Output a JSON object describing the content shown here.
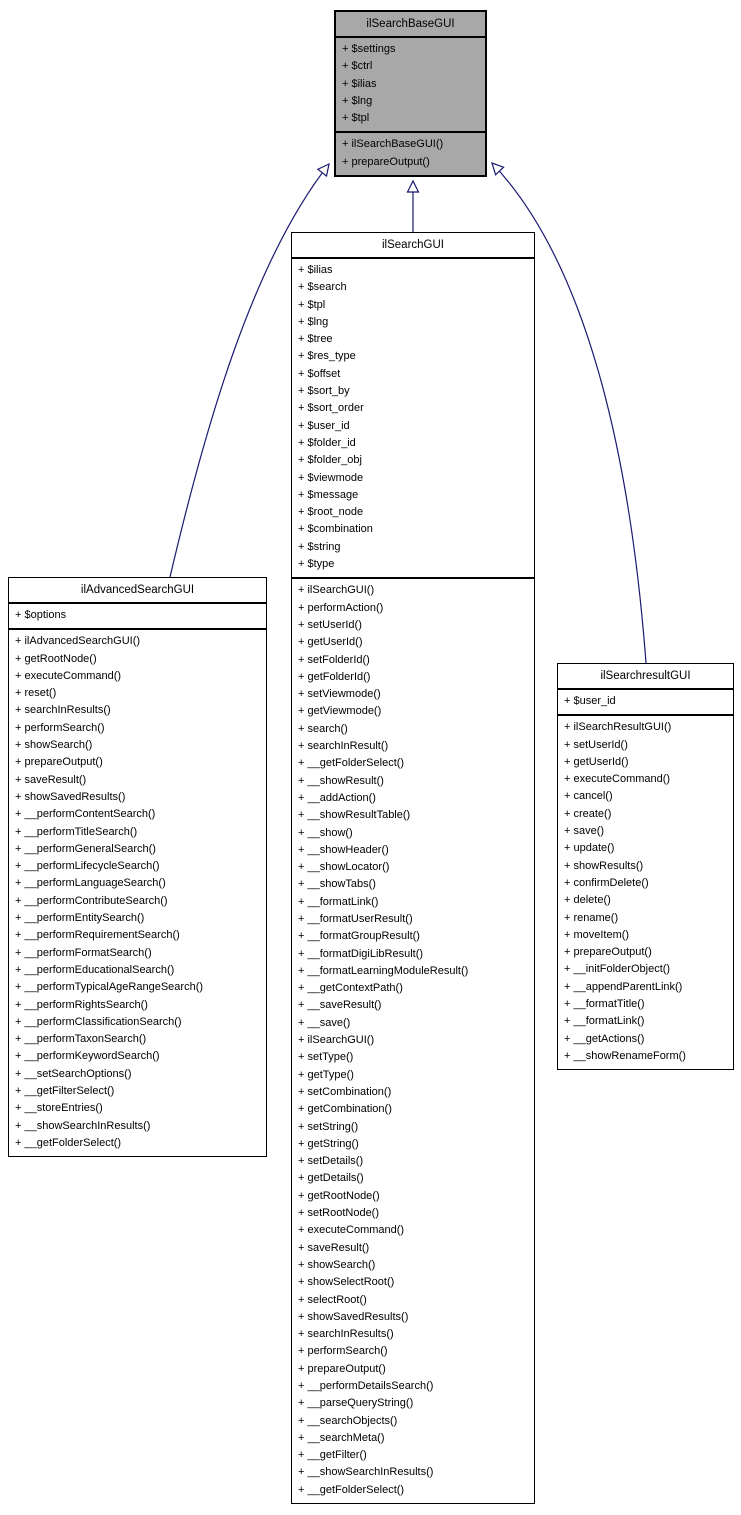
{
  "classes": [
    {
      "name": "ilSearchBaseGUI",
      "attributes": [
        "+ $settings",
        "+ $ctrl",
        "+ $ilias",
        "+ $lng",
        "+ $tpl"
      ],
      "methods": [
        "+ ilSearchBaseGUI()",
        "+ prepareOutput()"
      ]
    },
    {
      "name": "ilSearchGUI",
      "attributes": [
        "+ $ilias",
        "+ $search",
        "+ $tpl",
        "+ $lng",
        "+ $tree",
        "+ $res_type",
        "+ $offset",
        "+ $sort_by",
        "+ $sort_order",
        "+ $user_id",
        "+ $folder_id",
        "+ $folder_obj",
        "+ $viewmode",
        "+ $message",
        "+ $root_node",
        "+ $combination",
        "+ $string",
        "+ $type"
      ],
      "methods": [
        "+ ilSearchGUI()",
        "+ performAction()",
        "+ setUserId()",
        "+ getUserId()",
        "+ setFolderId()",
        "+ getFolderId()",
        "+ setViewmode()",
        "+ getViewmode()",
        "+ search()",
        "+ searchInResult()",
        "+ __getFolderSelect()",
        "+ __showResult()",
        "+ __addAction()",
        "+ __showResultTable()",
        "+ __show()",
        "+ __showHeader()",
        "+ __showLocator()",
        "+ __showTabs()",
        "+ __formatLink()",
        "+ __formatUserResult()",
        "+ __formatGroupResult()",
        "+ __formatDigiLibResult()",
        "+ __formatLearningModuleResult()",
        "+ __getContextPath()",
        "+ __saveResult()",
        "+ __save()",
        "+ ilSearchGUI()",
        "+ setType()",
        "+ getType()",
        "+ setCombination()",
        "+ getCombination()",
        "+ setString()",
        "+ getString()",
        "+ setDetails()",
        "+ getDetails()",
        "+ getRootNode()",
        "+ setRootNode()",
        "+ executeCommand()",
        "+ saveResult()",
        "+ showSearch()",
        "+ showSelectRoot()",
        "+ selectRoot()",
        "+ showSavedResults()",
        "+ searchInResults()",
        "+ performSearch()",
        "+ prepareOutput()",
        "+ __performDetailsSearch()",
        "+ __parseQueryString()",
        "+ __searchObjects()",
        "+ __searchMeta()",
        "+ __getFilter()",
        "+ __showSearchInResults()",
        "+ __getFolderSelect()"
      ]
    },
    {
      "name": "ilAdvancedSearchGUI",
      "attributes": [
        "+ $options"
      ],
      "methods": [
        "+ ilAdvancedSearchGUI()",
        "+ getRootNode()",
        "+ executeCommand()",
        "+ reset()",
        "+ searchInResults()",
        "+ performSearch()",
        "+ showSearch()",
        "+ prepareOutput()",
        "+ saveResult()",
        "+ showSavedResults()",
        "+ __performContentSearch()",
        "+ __performTitleSearch()",
        "+ __performGeneralSearch()",
        "+ __performLifecycleSearch()",
        "+ __performLanguageSearch()",
        "+ __performContributeSearch()",
        "+ __performEntitySearch()",
        "+ __performRequirementSearch()",
        "+ __performFormatSearch()",
        "+ __performEducationalSearch()",
        "+ __performTypicalAgeRangeSearch()",
        "+ __performRightsSearch()",
        "+ __performClassificationSearch()",
        "+ __performTaxonSearch()",
        "+ __performKeywordSearch()",
        "+ __setSearchOptions()",
        "+ __getFilterSelect()",
        "+ __storeEntries()",
        "+ __showSearchInResults()",
        "+ __getFolderSelect()"
      ]
    },
    {
      "name": "ilSearchresultGUI",
      "attributes": [
        "+ $user_id"
      ],
      "methods": [
        "+ ilSearchResultGUI()",
        "+ setUserId()",
        "+ getUserId()",
        "+ executeCommand()",
        "+ cancel()",
        "+ create()",
        "+ save()",
        "+ update()",
        "+ showResults()",
        "+ confirmDelete()",
        "+ delete()",
        "+ rename()",
        "+ moveItem()",
        "+ prepareOutput()",
        "+ __initFolderObject()",
        "+ __appendParentLink()",
        "+ __formatTitle()",
        "+ __formatLink()",
        "+ __getActions()",
        "+ __showRenameForm()"
      ]
    }
  ],
  "relations": [
    {
      "from": "ilSearchGUI",
      "to": "ilSearchBaseGUI",
      "type": "inheritance"
    },
    {
      "from": "ilAdvancedSearchGUI",
      "to": "ilSearchBaseGUI",
      "type": "inheritance"
    },
    {
      "from": "ilSearchresultGUI",
      "to": "ilSearchBaseGUI",
      "type": "inheritance"
    }
  ],
  "colors": {
    "focal_class_fill": "#a8a8a8",
    "class_fill": "#ffffff",
    "border": "#000000",
    "edge": "#191970"
  }
}
